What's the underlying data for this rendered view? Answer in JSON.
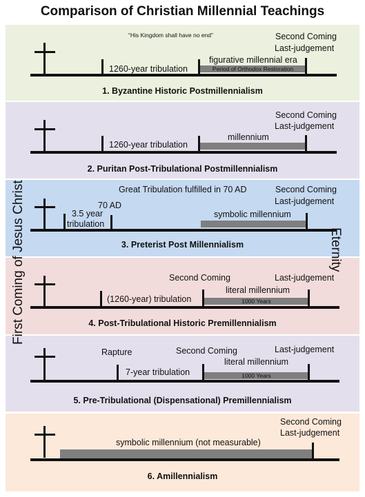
{
  "title": "Comparison of Christian Millennial Teachings",
  "side_labels": {
    "left": "First Coming of Jesus Christ",
    "right": "Eternity"
  },
  "colors": {
    "band1": "#ebf1de",
    "band2": "#e4dfec",
    "band3": "#c5d9f1",
    "band4": "#f2dcdb",
    "band5": "#e4dfec",
    "band6": "#fde9d9",
    "bar": "#7f7f7f",
    "line": "#111111"
  },
  "panels": [
    {
      "label": "1. Byzantine Historic Postmillennialism",
      "quote": "“His Kingdom shall have no end”",
      "second_coming": "Second Coming",
      "last_judgement": "Last-judgement",
      "tribulation": "1260-year tribulation",
      "era": "figurative millennial era",
      "bar_text": "Period of Orthodox Restoration"
    },
    {
      "label": "2. Puritan Post-Tribulational Postmillennialism",
      "second_coming": "Second Coming",
      "last_judgement": "Last-judgement",
      "tribulation": "1260-year tribulation",
      "era": "millennium"
    },
    {
      "label": "3. Preterist Post Millennialism",
      "fulfilled": "Great Tribulation fulfilled in 70 AD",
      "second_coming": "Second Coming",
      "last_judgement": "Last-judgement",
      "ad70": "70 AD",
      "tribulation_1": "3.5 year",
      "tribulation_2": "tribulation",
      "era": "symbolic millennium"
    },
    {
      "label": "4. Post-Tribulational Historic Premillennialism",
      "second_coming": "Second Coming",
      "last_judgement": "Last-judgement",
      "tribulation": "(1260-year) tribulation",
      "era": "literal millennium",
      "bar_text": "1000 Years"
    },
    {
      "label": "5. Pre-Tribulational (Dispensational) Premillennialism",
      "rapture": "Rapture",
      "second_coming": "Second Coming",
      "last_judgement": "Last-judgement",
      "tribulation": "7-year tribulation",
      "era": "literal millennium",
      "bar_text": "1000 Years"
    },
    {
      "label": "6. Amillennialism",
      "second_coming": "Second Coming",
      "last_judgement": "Last-judgement",
      "era": "symbolic millennium (not measurable)"
    }
  ]
}
